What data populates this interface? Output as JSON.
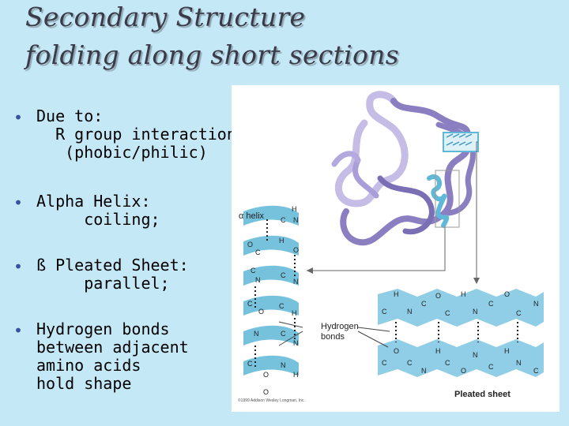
{
  "title": {
    "line1": "Secondary Structure",
    "line2": "folding along short sections"
  },
  "bullets": [
    {
      "marker": "•",
      "lines": [
        "Due to:",
        "  R group interactions",
        "   (phobic/philic)"
      ]
    },
    {
      "marker": "•",
      "lines": [
        "Alpha Helix:",
        "     coiling;"
      ]
    },
    {
      "marker": "•",
      "lines": [
        "ß Pleated Sheet:",
        "     parallel;"
      ]
    },
    {
      "marker": "•",
      "lines": [
        "Hydrogen bonds",
        "between adjacent",
        "amino acids",
        "hold shape"
      ]
    }
  ],
  "figure": {
    "label_alpha_helix": "α helix",
    "label_hydrogen": "Hydrogen",
    "label_bonds": "bonds",
    "label_pleated_sheet": "Pleated sheet",
    "credit": "©1999 Addison Wesley Longman, Inc.",
    "colors": {
      "ribbon": "#8b7fc2",
      "ribbon_light": "#c5bde6",
      "helix": "#5fb8d8",
      "sheet": "#7cc6e2",
      "background": "#c5e8f7"
    }
  }
}
